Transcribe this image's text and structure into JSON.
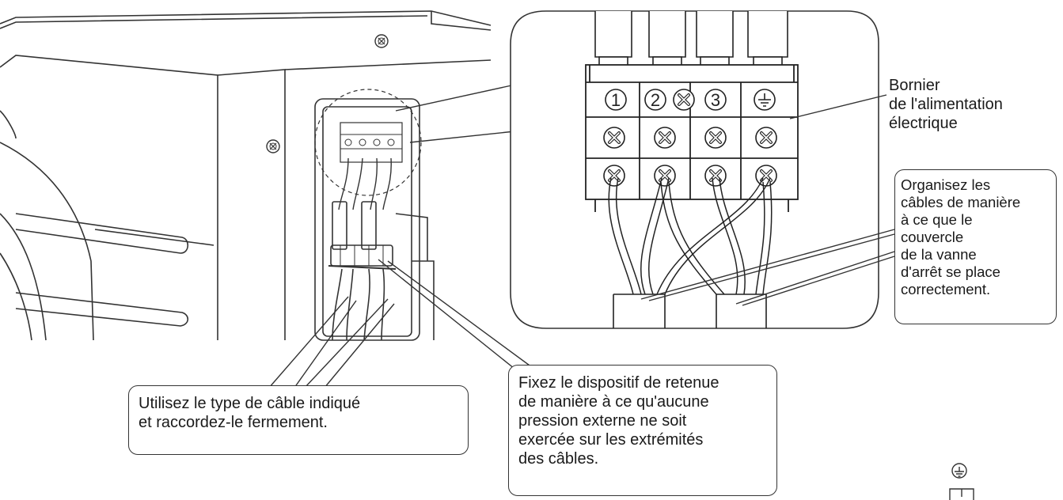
{
  "terminals": [
    "1",
    "2",
    "3"
  ],
  "labels": {
    "bornier": [
      "Bornier",
      "de l'alimentation",
      "électrique"
    ],
    "organisez": [
      "Organisez les",
      "câbles de manière",
      "à ce que le",
      "couvercle",
      "de la vanne",
      "d'arrêt se place",
      "correctement."
    ],
    "utilisez": [
      "Utilisez le type de câble indiqué",
      "et raccordez-le fermement."
    ],
    "fixez": [
      "Fixez le dispositif de retenue",
      "de manière à ce qu'aucune",
      "pression externe ne soit",
      "exercée sur les extrémités",
      "des câbles."
    ]
  },
  "icons": [
    "ground-icon",
    "screw-icon",
    "terminal-screw-icon"
  ]
}
